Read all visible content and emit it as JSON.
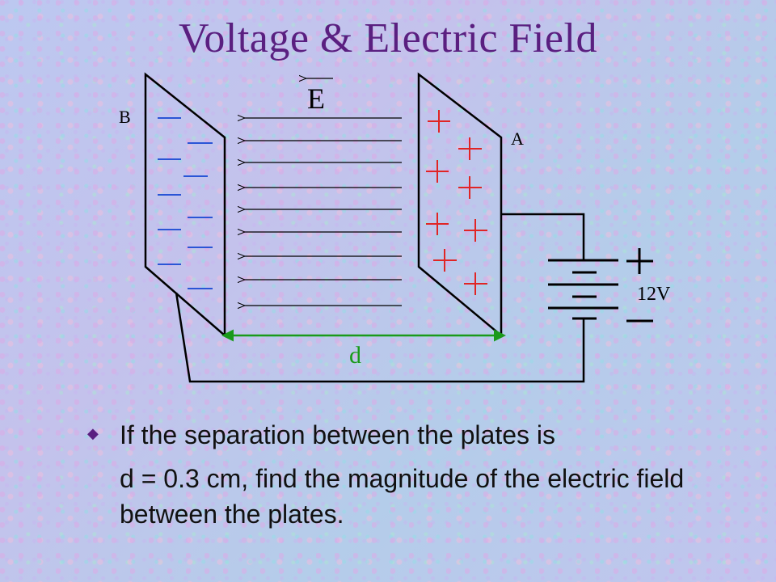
{
  "slide": {
    "title": "Voltage & Electric Field"
  },
  "diagram": {
    "field_label": "E",
    "plate_left_label": "B",
    "plate_right_label": "A",
    "distance_label": "d",
    "battery_label": "12V",
    "colors": {
      "negative": "#2a55d6",
      "positive": "#e02525",
      "distance": "#1a9a1a",
      "wire": "#000000",
      "title": "#5a1f80"
    }
  },
  "bullet": {
    "line1": "If the separation between the plates is",
    "line2": "d = 0.3 cm, find the magnitude of the electric field between the plates."
  }
}
